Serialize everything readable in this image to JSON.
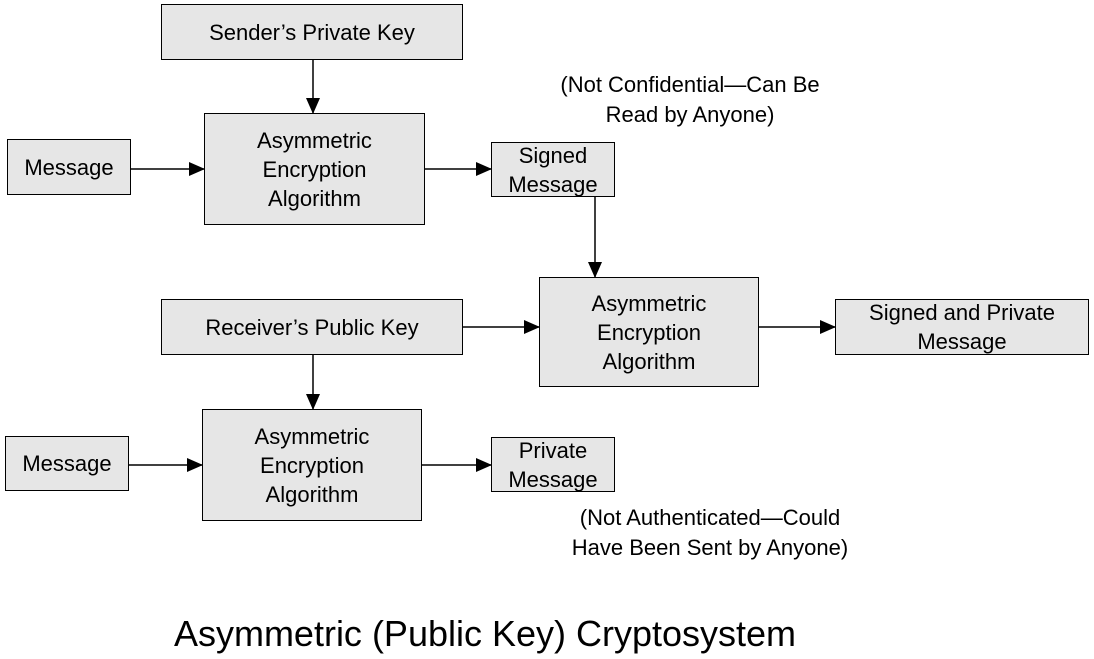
{
  "colors": {
    "box_fill": "#e6e6e6",
    "stroke": "#000000",
    "background": "#ffffff"
  },
  "diagram": {
    "title": "Asymmetric (Public Key) Cryptosystem",
    "nodes": {
      "senders_private_key": [
        "Sender’s Private Key"
      ],
      "message_top": [
        "Message"
      ],
      "algorithm_top": [
        "Asymmetric",
        "Encryption",
        "Algorithm"
      ],
      "signed_message": [
        "Signed",
        "Message"
      ],
      "algorithm_middle": [
        "Asymmetric",
        "Encryption",
        "Algorithm"
      ],
      "receivers_public_key": [
        "Receiver’s Public Key"
      ],
      "signed_private_message": [
        "Signed and Private",
        "Message"
      ],
      "message_bottom": [
        "Message"
      ],
      "algorithm_bottom": [
        "Asymmetric",
        "Encryption",
        "Algorithm"
      ],
      "private_message": [
        "Private",
        "Message"
      ]
    },
    "annotations": {
      "not_confidential": [
        "(Not Confidential—Can Be",
        "Read by Anyone)"
      ],
      "not_authenticated": [
        "(Not Authenticated—Could",
        "Have Been Sent by Anyone)"
      ]
    },
    "edges": [
      {
        "from": "senders_private_key",
        "to": "algorithm_top"
      },
      {
        "from": "message_top",
        "to": "algorithm_top"
      },
      {
        "from": "algorithm_top",
        "to": "signed_message"
      },
      {
        "from": "signed_message",
        "to": "algorithm_middle"
      },
      {
        "from": "receivers_public_key",
        "to": "algorithm_middle"
      },
      {
        "from": "algorithm_middle",
        "to": "signed_private_message"
      },
      {
        "from": "receivers_public_key",
        "to": "algorithm_bottom"
      },
      {
        "from": "message_bottom",
        "to": "algorithm_bottom"
      },
      {
        "from": "algorithm_bottom",
        "to": "private_message"
      }
    ]
  }
}
